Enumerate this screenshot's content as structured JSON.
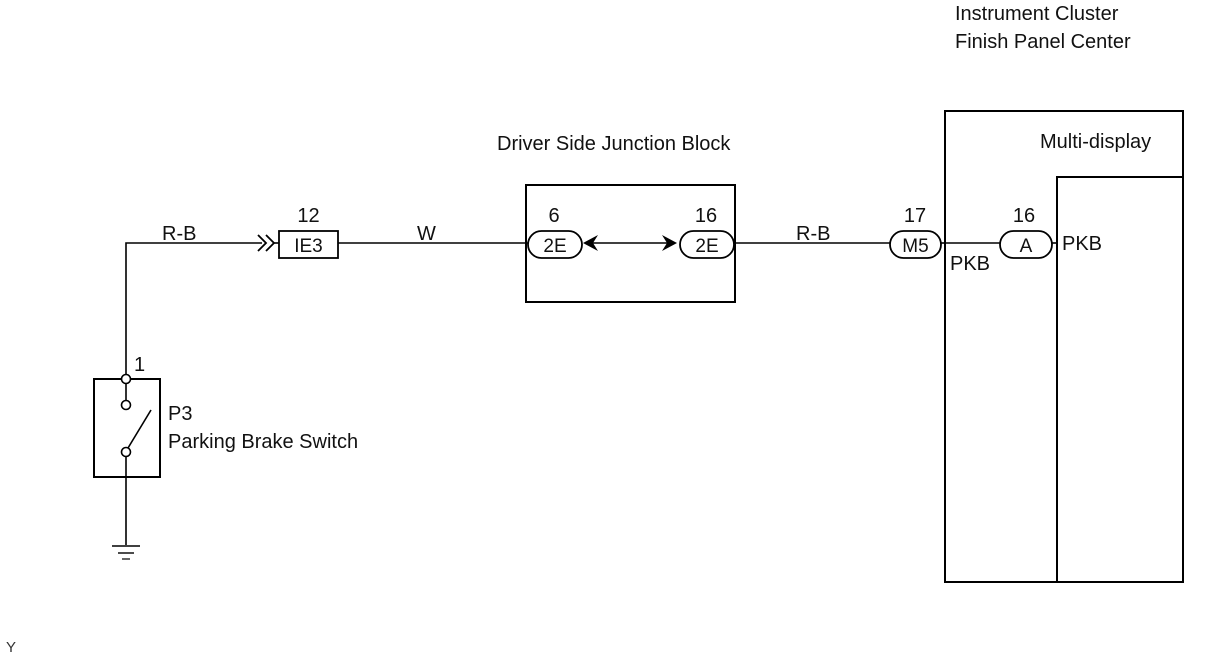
{
  "components": {
    "instrument_cluster": {
      "line1": "Instrument Cluster",
      "line2": "Finish Panel Center",
      "multi_display": "Multi-display",
      "terminal_outer": "PKB",
      "terminal_inner": "PKB"
    },
    "junction_block": {
      "title": "Driver Side Junction Block"
    },
    "parking_brake_switch": {
      "code": "P3",
      "name": "Parking Brake Switch",
      "pin": "1"
    }
  },
  "connectors": {
    "ie3": {
      "label": "IE3",
      "pin": "12"
    },
    "jb_left": {
      "label": "2E",
      "pin": "6"
    },
    "jb_right": {
      "label": "2E",
      "pin": "16"
    },
    "m5": {
      "label": "M5",
      "pin": "17"
    },
    "a": {
      "label": "A",
      "pin": "16"
    }
  },
  "wires": {
    "w1": "R-B",
    "w2": "W",
    "w3": "R-B"
  },
  "footer": {
    "mark": "Y"
  }
}
